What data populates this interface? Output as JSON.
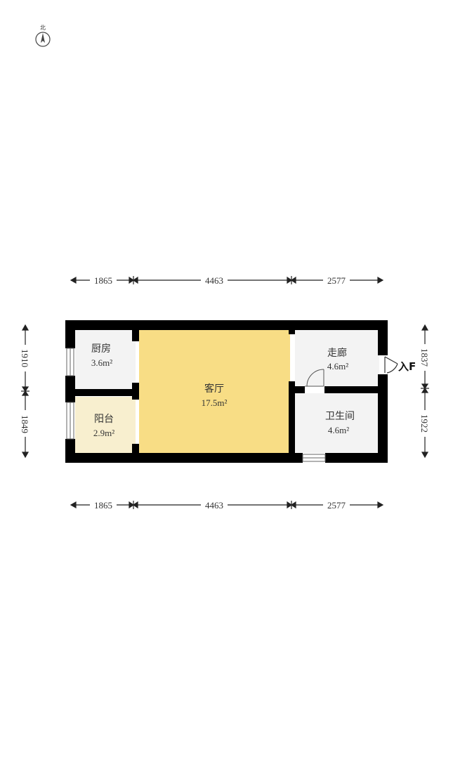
{
  "compass": {
    "label": "北"
  },
  "dimensions": {
    "top": [
      "1865",
      "4463",
      "2577"
    ],
    "bottom": [
      "1865",
      "4463",
      "2577"
    ],
    "left": [
      "1910",
      "1849"
    ],
    "right": [
      "1837",
      "1922"
    ]
  },
  "rooms": [
    {
      "id": "kitchen",
      "name": "厨房",
      "area": "3.6m²",
      "color": "#f3f3f3"
    },
    {
      "id": "balcony",
      "name": "阳台",
      "area": "2.9m²",
      "color": "#f8efcf"
    },
    {
      "id": "living",
      "name": "客厅",
      "area": "17.5m²",
      "color": "#f8dd85"
    },
    {
      "id": "corridor",
      "name": "走廊",
      "area": "4.6m²",
      "color": "#f3f3f3"
    },
    {
      "id": "bathroom",
      "name": "卫生间",
      "area": "4.6m²",
      "color": "#f3f3f3"
    }
  ],
  "entry": {
    "label": "入F"
  },
  "colors": {
    "wall": "#000000",
    "dimension_line": "#222222"
  }
}
